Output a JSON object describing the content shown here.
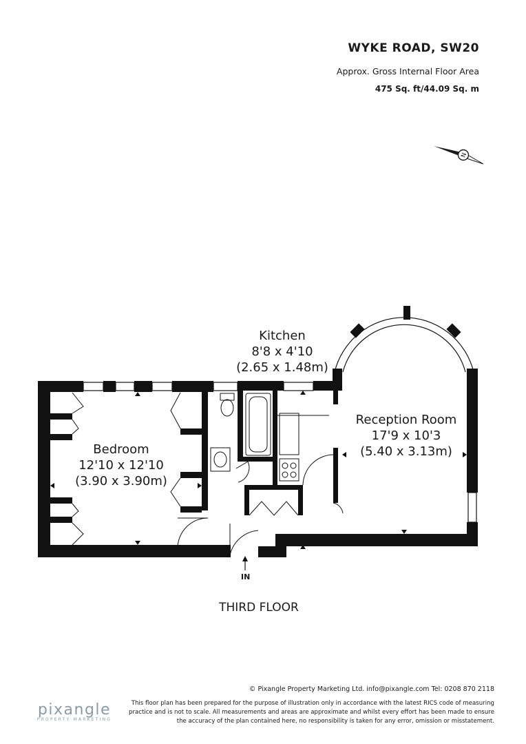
{
  "header": {
    "title": "WYKE ROAD, SW20",
    "area_label": "Approx. Gross Internal Floor Area",
    "area_value": "475 Sq. ft/44.09 Sq. m"
  },
  "compass": {
    "letter": "N"
  },
  "rooms": {
    "kitchen": {
      "name": "Kitchen",
      "size_imperial": "8'8 x 4'10",
      "size_metric": "(2.65 x 1.48m)"
    },
    "bedroom": {
      "name": "Bedroom",
      "size_imperial": "12'10 x 12'10",
      "size_metric": "(3.90 x 3.90m)"
    },
    "reception": {
      "name": "Reception Room",
      "size_imperial": "17'9 x 10'3",
      "size_metric": "(5.40 x 3.13m)"
    }
  },
  "entrance_label": "IN",
  "floor_name": "THIRD FLOOR",
  "footer": {
    "contact": "© Pixangle Property Marketing Ltd. info@pixangle.com Tel: 0208 870 2118",
    "disclaimer": "This floor plan has been prepared for the purpose of illustration only in accordance with the latest RICS code of measuring practice and is not to scale. All measurements and areas are approximate and whilst every effort has been made to ensure the accuracy of the plan contained here, no responsibility is taken for any error, omission or misstatement.",
    "logo_name": "pixangle",
    "logo_tagline": "PROPERTY MARKETING"
  }
}
